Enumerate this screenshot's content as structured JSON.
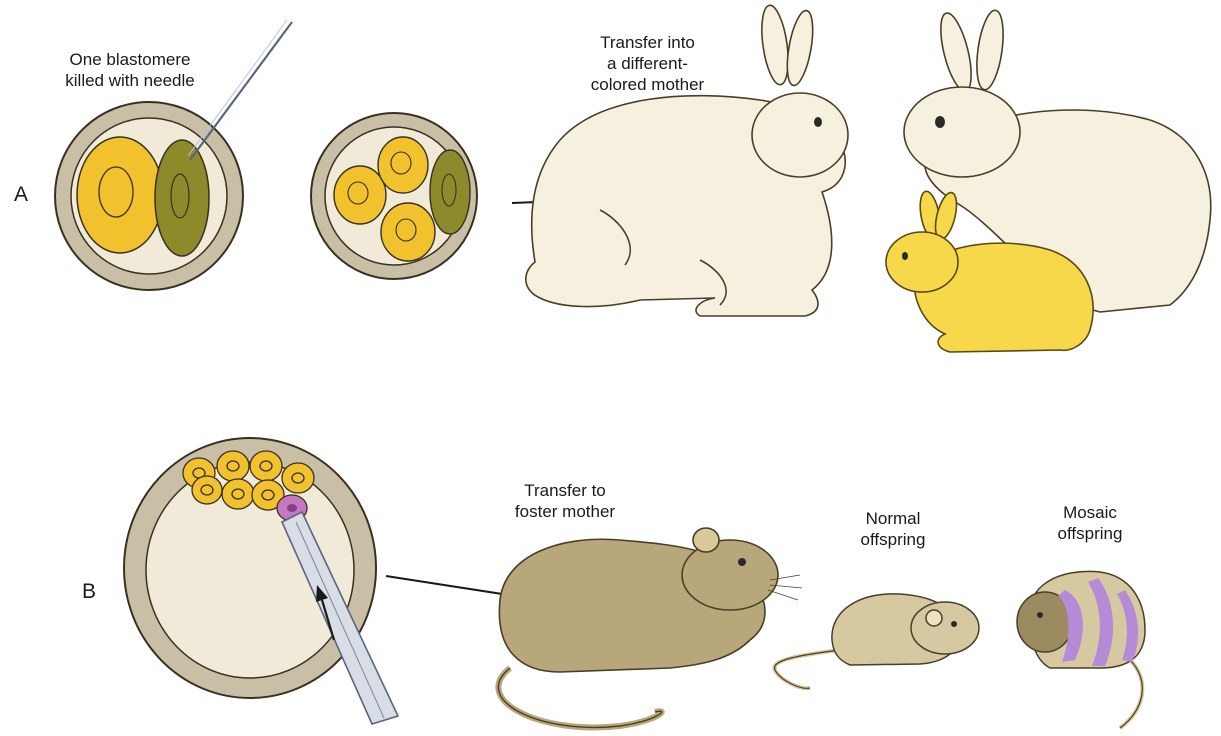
{
  "panels": [
    {
      "letter": "A",
      "caption_lines": [
        "One blastomere",
        "killed with needle"
      ],
      "transfer_lines": [
        "Transfer into",
        "a different-",
        "colored mother"
      ]
    },
    {
      "letter": "B",
      "transfer_lines": [
        "Transfer to",
        "foster mother"
      ],
      "normal_lines": [
        "Normal",
        "offspring"
      ],
      "mosaic_lines": [
        "Mosaic",
        "offspring"
      ]
    }
  ],
  "colors": {
    "yellow_cell": "#f2c12e",
    "killed_cell": "#8c8a2a",
    "zona": "#c9bfa6",
    "white_rabbit": "#f6f1df",
    "yellow_rabbit": "#f6d84a",
    "rat_tan": "#b8a77a",
    "mosaic_stripe": "#b58ad6",
    "pink_cell": "#c47ac0"
  }
}
